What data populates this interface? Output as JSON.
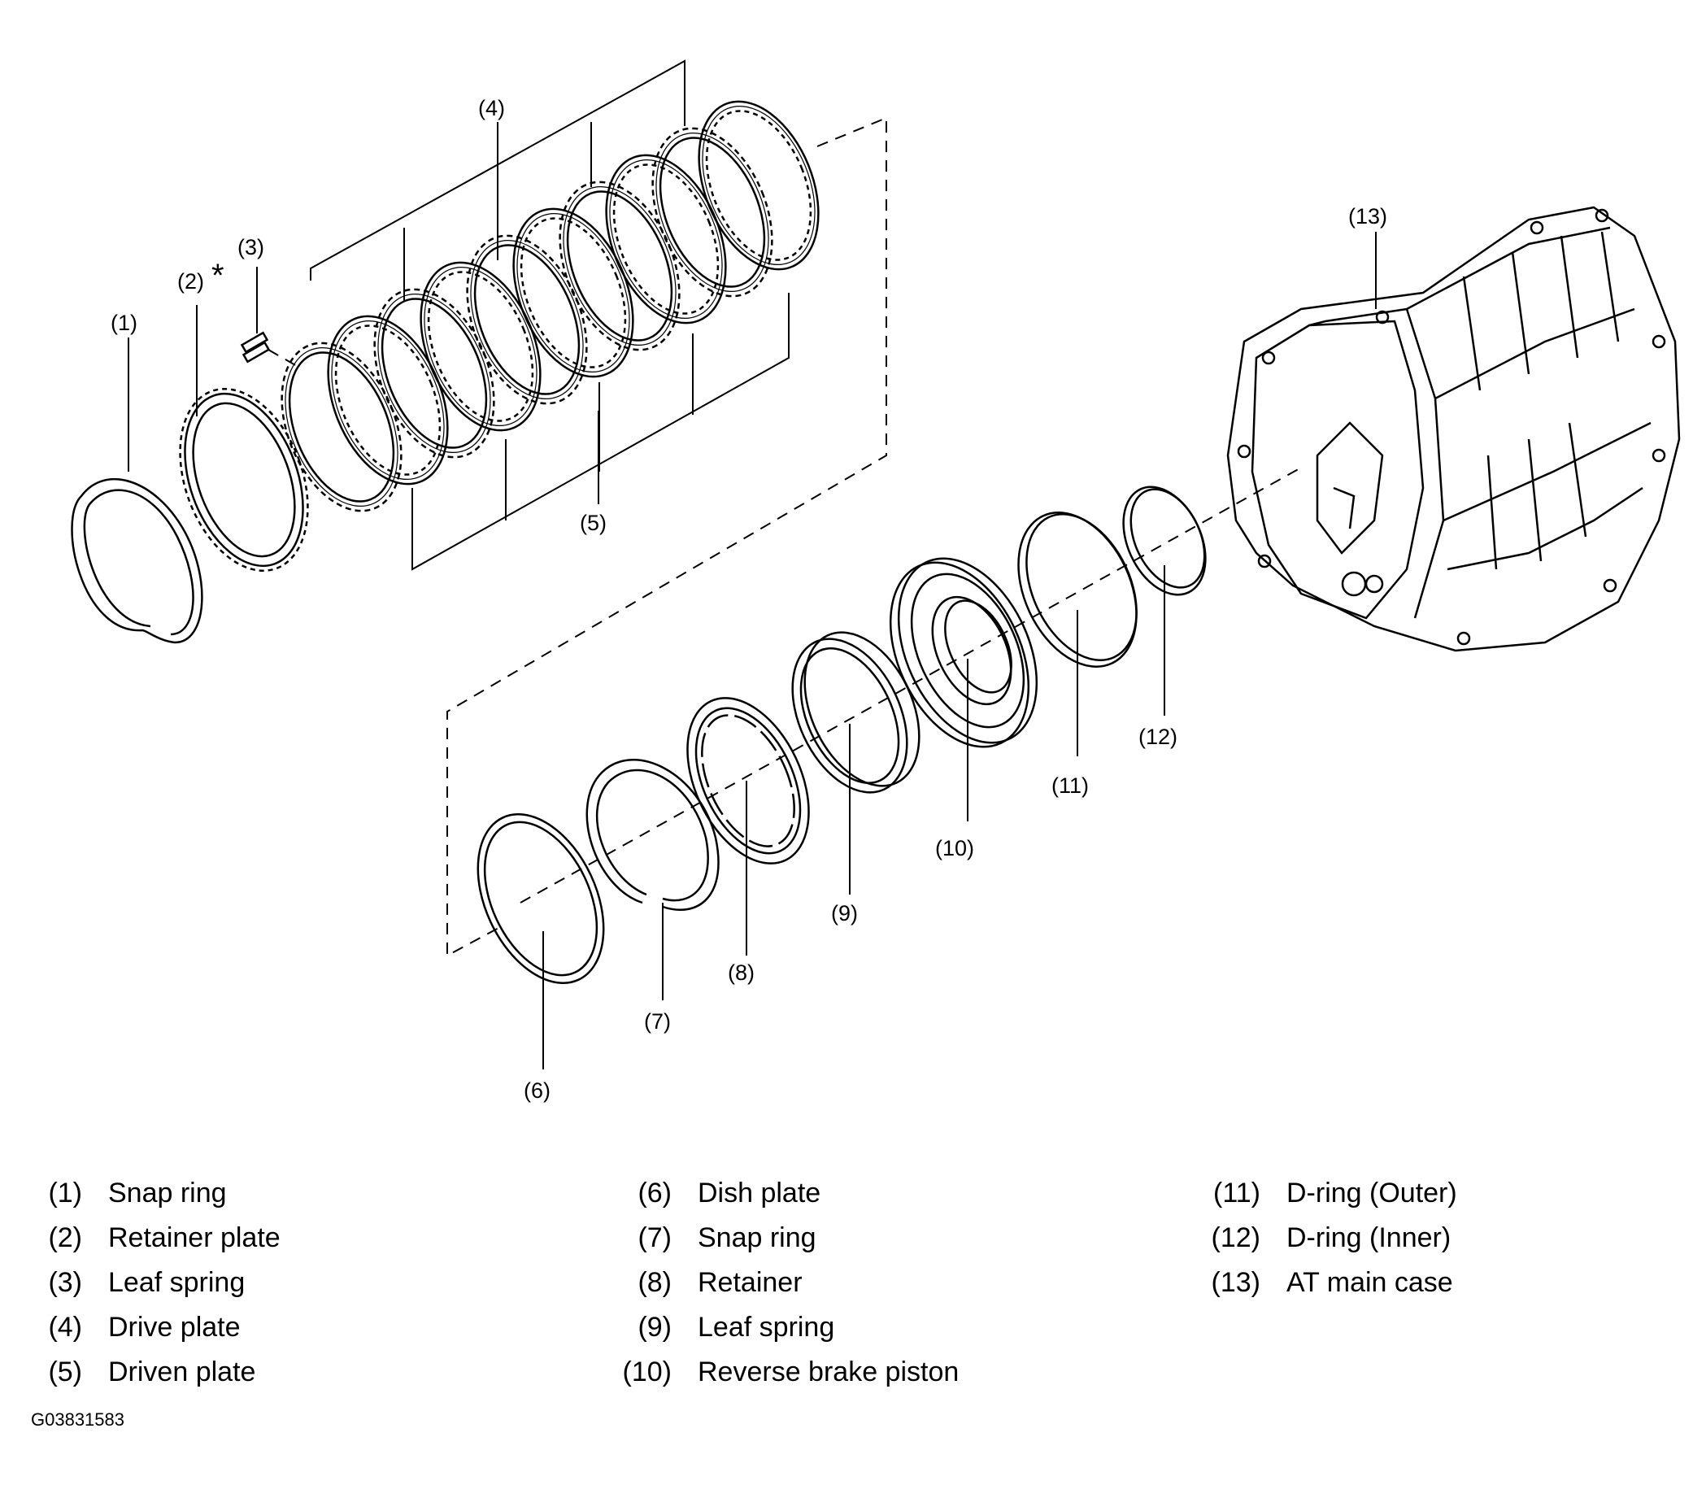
{
  "callouts": [
    {
      "id": "1",
      "label": "(1)"
    },
    {
      "id": "2",
      "label": "(2)"
    },
    {
      "id": "3",
      "label": "(3)"
    },
    {
      "id": "4",
      "label": "(4)"
    },
    {
      "id": "5",
      "label": "(5)"
    },
    {
      "id": "6",
      "label": "(6)"
    },
    {
      "id": "7",
      "label": "(7)"
    },
    {
      "id": "8",
      "label": "(8)"
    },
    {
      "id": "9",
      "label": "(9)"
    },
    {
      "id": "10",
      "label": "(10)"
    },
    {
      "id": "11",
      "label": "(11)"
    },
    {
      "id": "12",
      "label": "(12)"
    },
    {
      "id": "13",
      "label": "(13)"
    }
  ],
  "asterisk": "*",
  "legend": {
    "columns": [
      [
        {
          "num": "(1)",
          "name": "Snap ring"
        },
        {
          "num": "(2)",
          "name": "Retainer plate"
        },
        {
          "num": "(3)",
          "name": "Leaf spring"
        },
        {
          "num": "(4)",
          "name": "Drive plate"
        },
        {
          "num": "(5)",
          "name": "Driven plate"
        }
      ],
      [
        {
          "num": "(6)",
          "name": "Dish plate"
        },
        {
          "num": "(7)",
          "name": "Snap ring"
        },
        {
          "num": "(8)",
          "name": "Retainer"
        },
        {
          "num": "(9)",
          "name": "Leaf spring"
        },
        {
          "num": "(10)",
          "name": "Reverse brake piston"
        }
      ],
      [
        {
          "num": "(11)",
          "name": "D-ring (Outer)"
        },
        {
          "num": "(12)",
          "name": "D-ring (Inner)"
        },
        {
          "num": "(13)",
          "name": "AT main case"
        }
      ]
    ]
  },
  "figure_code": "G03831583"
}
